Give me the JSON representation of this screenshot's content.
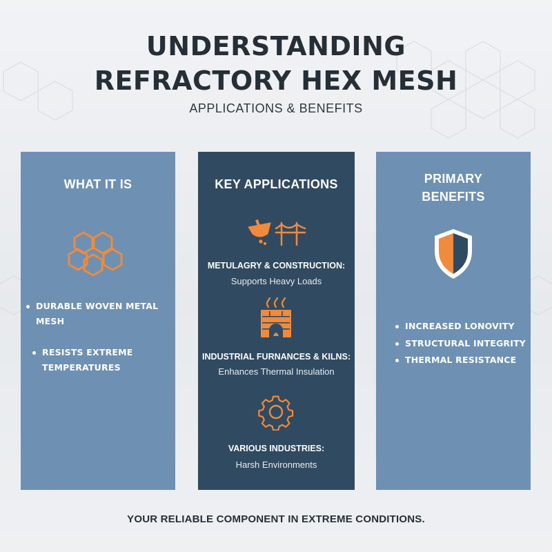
{
  "title": {
    "line1": "UNDERSTANDING",
    "line2": "REFRACTORY HEX MESH"
  },
  "subtitle": "APPLICATIONS & BENEFITS",
  "colors": {
    "accent_orange": "#f08a3c",
    "panel_light": "#6e90b2",
    "panel_dark": "#304a61",
    "title_text": "#262e36"
  },
  "panels": {
    "what_it_is": {
      "heading": "WHAT IT IS",
      "icon": "hexagon-cluster-icon",
      "bullets": [
        "DURABLE WOVEN METAL MESH",
        "RESISTS EXTREME",
        "TEMPERATURES"
      ]
    },
    "key_applications": {
      "heading": "KEY APPLICATIONS",
      "items": [
        {
          "icon": "crucible-and-bridge-icon",
          "title": "METULAGRY & CONSTRUCTION:",
          "desc": "Supports Heavy Loads"
        },
        {
          "icon": "furnace-kiln-icon",
          "title": "INDUSTRIAL FURNANCES & KILNS:",
          "desc": "Enhances Thermal Insulation"
        },
        {
          "icon": "gear-icon",
          "title": "VARIOUS INDUSTRIES:",
          "desc": "Harsh Environments"
        }
      ]
    },
    "primary_benefits": {
      "heading_line1": "PRIMARY",
      "heading_line2": "BENEFITS",
      "icon": "shield-icon",
      "bullets": [
        "INCREASED LONOVITY",
        "STRUCTURAL INTEGRITY",
        "THERMAL RESISTANCE"
      ]
    }
  },
  "footer": "YOUR RELIABLE COMPONENT IN EXTREME CONDITIONS."
}
